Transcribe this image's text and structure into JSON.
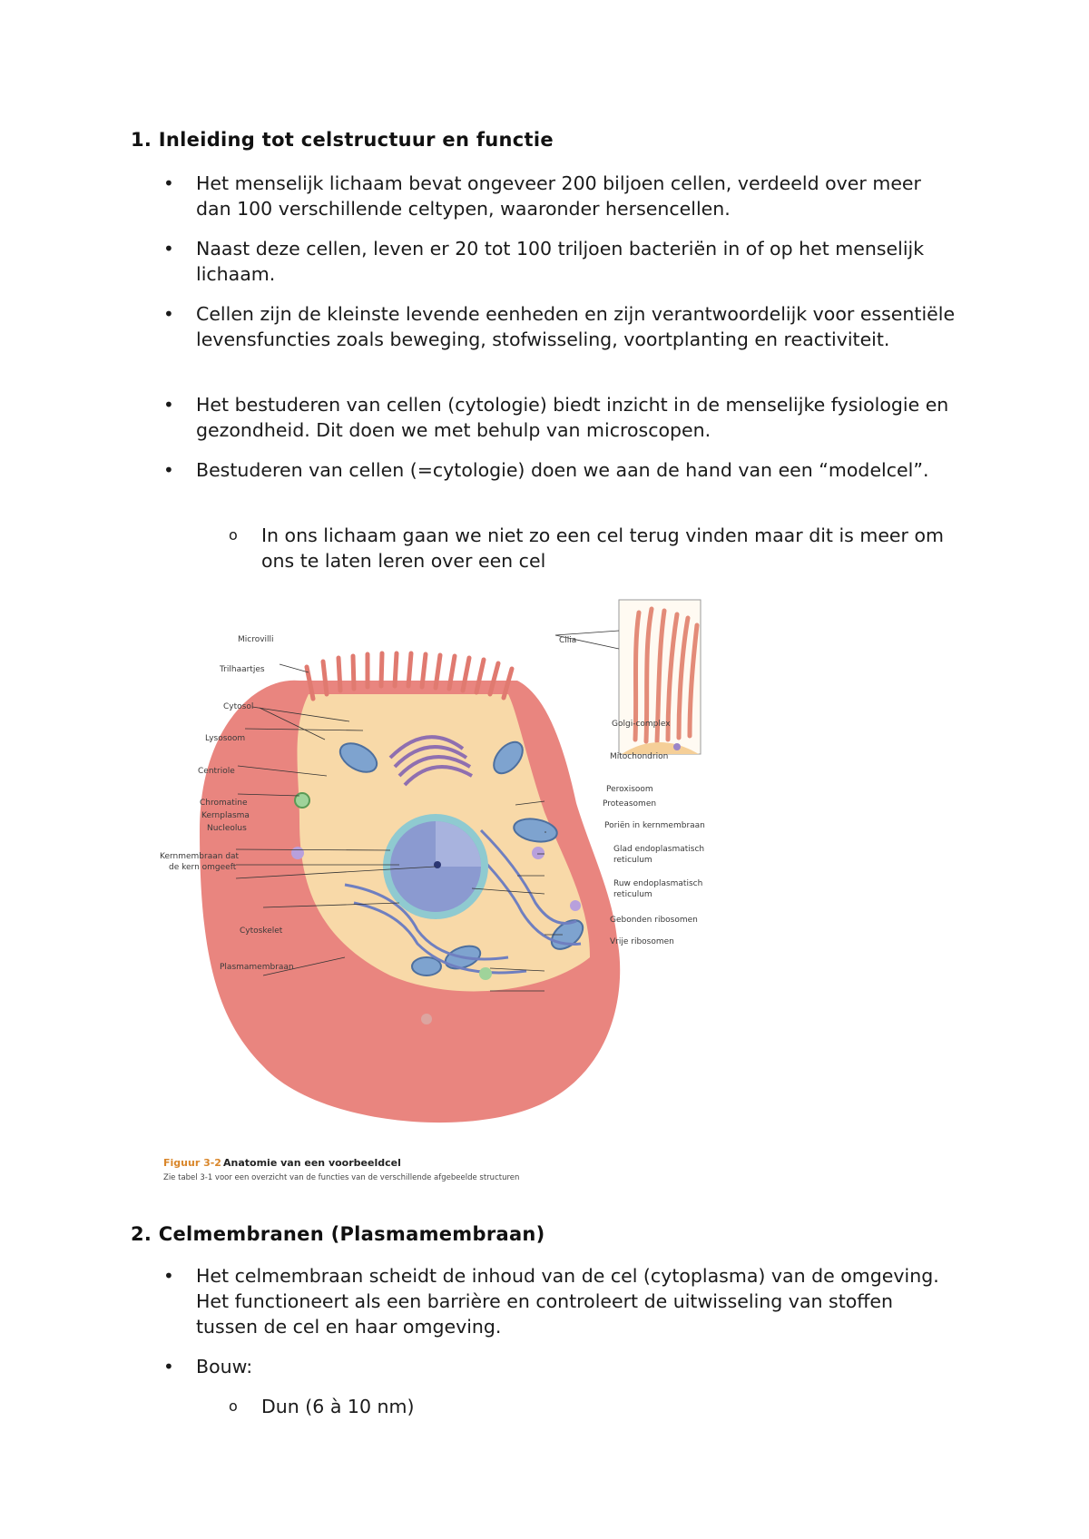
{
  "section1": {
    "heading": "1. Inleiding tot celstructuur en functie",
    "bullets": [
      "Het menselijk lichaam bevat ongeveer 200 biljoen cellen, verdeeld over meer dan 100 verschillende celtypen, waaronder hersencellen.",
      "Naast deze cellen, leven er 20 tot 100 triljoen bacteriën in of op het menselijk lichaam.",
      "Cellen zijn de kleinste levende eenheden en zijn verantwoordelijk voor essentiële levensfuncties zoals beweging, stofwisseling, voortplanting en reactiviteit.",
      "Het bestuderen van cellen (cytologie) biedt inzicht in de menselijke fysiologie en gezondheid. Dit doen we met behulp van microscopen.",
      "Bestuderen van cellen (=cytologie) doen we aan de hand van een “modelcel”."
    ],
    "sub_bullets": [
      "In ons lichaam gaan we niet zo een cel terug vinden maar dit is meer om ons te laten leren over een cel"
    ]
  },
  "figure": {
    "labels_left": [
      "Microvilli",
      "Trilhaartjes",
      "Cytosol",
      "Lysosoom",
      "Centriole",
      "Chromatine",
      "Kernplasma",
      "Nucleolus",
      "Kernmembraan dat",
      "de kern omgeeft",
      "Cytoskelet",
      "Plasmamembraan"
    ],
    "labels_right": [
      "Cilia",
      "Golgi-complex",
      "Mitochondrion",
      "Peroxisoom",
      "Proteasomen",
      "Poriën in kernmembraan",
      "Glad endoplasmatisch",
      "reticulum",
      "Ruw endoplasmatisch",
      "reticulum",
      "Gebonden ribosomen",
      "Vrije ribosomen"
    ],
    "caption_number": "Figuur 3-2",
    "caption_title": "Anatomie van een voorbeeldcel",
    "caption_sub": "Zie tabel 3-1 voor een overzicht van de functies van de verschillende afgebeelde structuren"
  },
  "section2": {
    "heading": "2. Celmembranen (Plasmamembraan)",
    "bullets": [
      "Het celmembraan scheidt de inhoud van de cel (cytoplasma) van de omgeving. Het functioneert als een barrière en controleert de uitwisseling van stoffen tussen de cel en haar omgeving.",
      "Bouw:"
    ],
    "sub_bullets": [
      "Dun (6 à 10 nm)"
    ]
  },
  "symbols": {
    "bullet": "•",
    "sub_bullet": "o"
  },
  "colors": {
    "membrane": "#e9857f",
    "cytoplasm": "#f8d9a8",
    "nucleus": "#8b9ad0",
    "caption_accent": "#d9862a"
  }
}
